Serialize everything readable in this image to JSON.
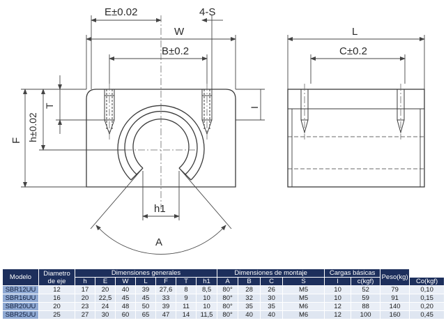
{
  "dimensions": {
    "E": "E±0.02",
    "four_s": "4-S",
    "W": "W",
    "B": "B±0.2",
    "T": "T",
    "h": "h±0.02",
    "F": "F",
    "h1": "h1",
    "A": "A",
    "L": "L",
    "C": "C±0.2",
    "I": "I"
  },
  "table": {
    "group_headers": {
      "modelo": "Modelo",
      "diametro": "Diametro de eje",
      "generales": "Dimensiones generales",
      "montaje": "Dimensiones de montaje",
      "cargas": "Cargas básicas",
      "peso": "Peso(kg)"
    },
    "sub_headers": [
      "h",
      "E",
      "W",
      "L",
      "F",
      "T",
      "h1",
      "A",
      "B",
      "C",
      "S",
      "I",
      "c(kgf)",
      "Co(kgf)"
    ],
    "rows": [
      {
        "model": "SBR12UU",
        "values": [
          "12",
          "17",
          "20",
          "40",
          "39",
          "27,6",
          "8",
          "8,5",
          "80°",
          "28",
          "26",
          "M5",
          "10",
          "52",
          "79",
          "0,10"
        ]
      },
      {
        "model": "SBR16UU",
        "values": [
          "16",
          "20",
          "22,5",
          "45",
          "45",
          "33",
          "9",
          "10",
          "80°",
          "32",
          "30",
          "M5",
          "10",
          "59",
          "91",
          "0,15"
        ]
      },
      {
        "model": "SBR20UU",
        "values": [
          "20",
          "23",
          "24",
          "48",
          "50",
          "39",
          "11",
          "10",
          "80°",
          "35",
          "35",
          "M6",
          "12",
          "88",
          "140",
          "0,20"
        ]
      },
      {
        "model": "SBR25UU",
        "values": [
          "25",
          "27",
          "30",
          "60",
          "65",
          "47",
          "14",
          "11,5",
          "80°",
          "40",
          "40",
          "M6",
          "12",
          "100",
          "160",
          "0,45"
        ]
      }
    ]
  }
}
